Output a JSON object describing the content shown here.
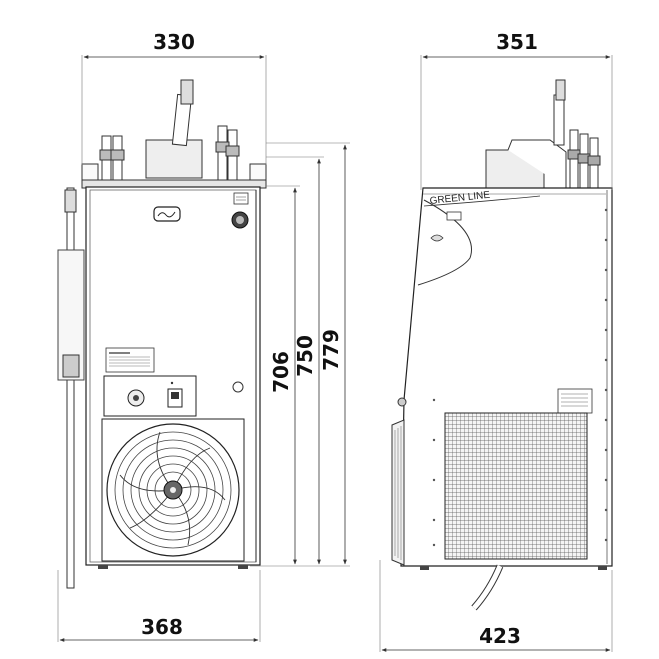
{
  "drawing": {
    "front_view": {
      "width_top": "330",
      "width_bottom": "368",
      "height_1": "706",
      "height_2": "750",
      "height_3": "779"
    },
    "side_view": {
      "width_top": "351",
      "width_bottom": "423",
      "brand_label": "GREEN LINE"
    }
  }
}
